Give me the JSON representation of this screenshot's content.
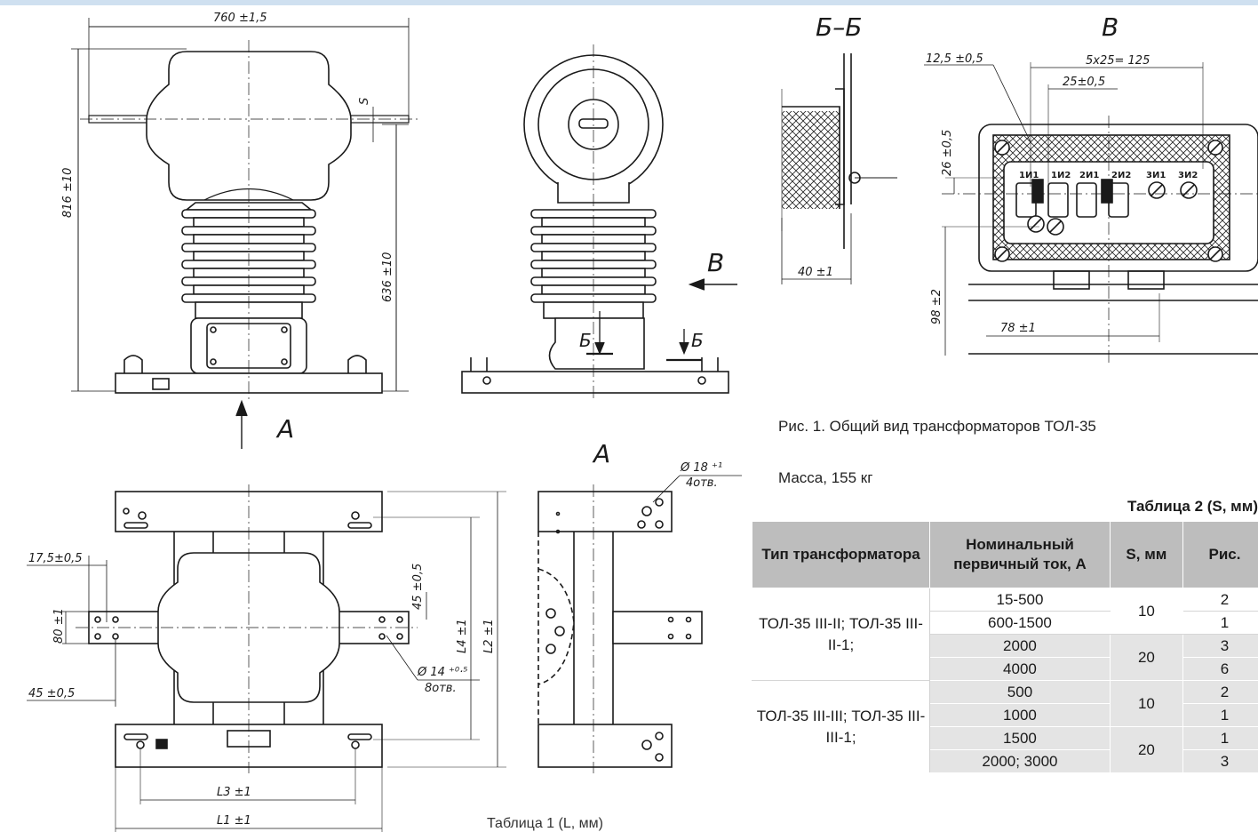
{
  "drawing": {
    "dims": {
      "width760": "760 ±1,5",
      "height816": "816 ±10",
      "height636": "636 ±10",
      "s_mark": "S",
      "d17": "17,5±0,5",
      "d80": "80 ±1",
      "d45a": "45 ±0,5",
      "d45b": "45 ±0,5",
      "phi14": "Ø 14 ⁺⁰·⁵",
      "holes8": "8отв.",
      "L4": "L4 ±1",
      "L2": "L2 ±1",
      "L3": "L3 ±1",
      "L1": "L1 ±1",
      "phi18": "Ø 18 ⁺¹",
      "holes4": "4отв.",
      "d12": "12,5 ±0,5",
      "d5x25": "5x25= 125",
      "d25": "25±0,5",
      "d26": "26 ±0,5",
      "d98": "98 ±2",
      "d78": "78 ±1",
      "d40": "40 ±1"
    },
    "views": {
      "A1": "A",
      "A2": "A",
      "B_arrow": "B",
      "BB_title": "Б–Б",
      "V_title": "B",
      "b1": "Б",
      "b2": "Б"
    },
    "terminals": [
      "1И1",
      "1И2",
      "2И1",
      "2И2",
      "3И1",
      "3И2"
    ]
  },
  "caption": "Рис. 1. Общий вид трансформаторов ТОЛ-35",
  "mass": "Масса, 155 кг",
  "table": {
    "title": "Таблица 2 (S, мм)",
    "headers": [
      "Тип трансформатора",
      "Номинальный первичный ток, А",
      "S, мм",
      "Рис."
    ],
    "groups": [
      {
        "type": "ТОЛ-35 III-II; ТОЛ-35 III-II-1;",
        "rows": [
          {
            "current": "15-500",
            "s": "10",
            "fig": "2"
          },
          {
            "current": "600-1500",
            "s": "",
            "fig": "1"
          },
          {
            "current": "2000",
            "s": "20",
            "fig": "3"
          },
          {
            "current": "4000",
            "s": "",
            "fig": "6"
          }
        ]
      },
      {
        "type": "ТОЛ-35 III-III; ТОЛ-35 III-III-1;",
        "rows": [
          {
            "current": "500",
            "s": "10",
            "fig": "2"
          },
          {
            "current": "1000",
            "s": "",
            "fig": "1"
          },
          {
            "current": "1500",
            "s": "20",
            "fig": "1"
          },
          {
            "current": "2000; 3000",
            "s": "",
            "fig": "3"
          }
        ]
      }
    ]
  },
  "bottom_label": "Таблица 1 (L, мм)"
}
